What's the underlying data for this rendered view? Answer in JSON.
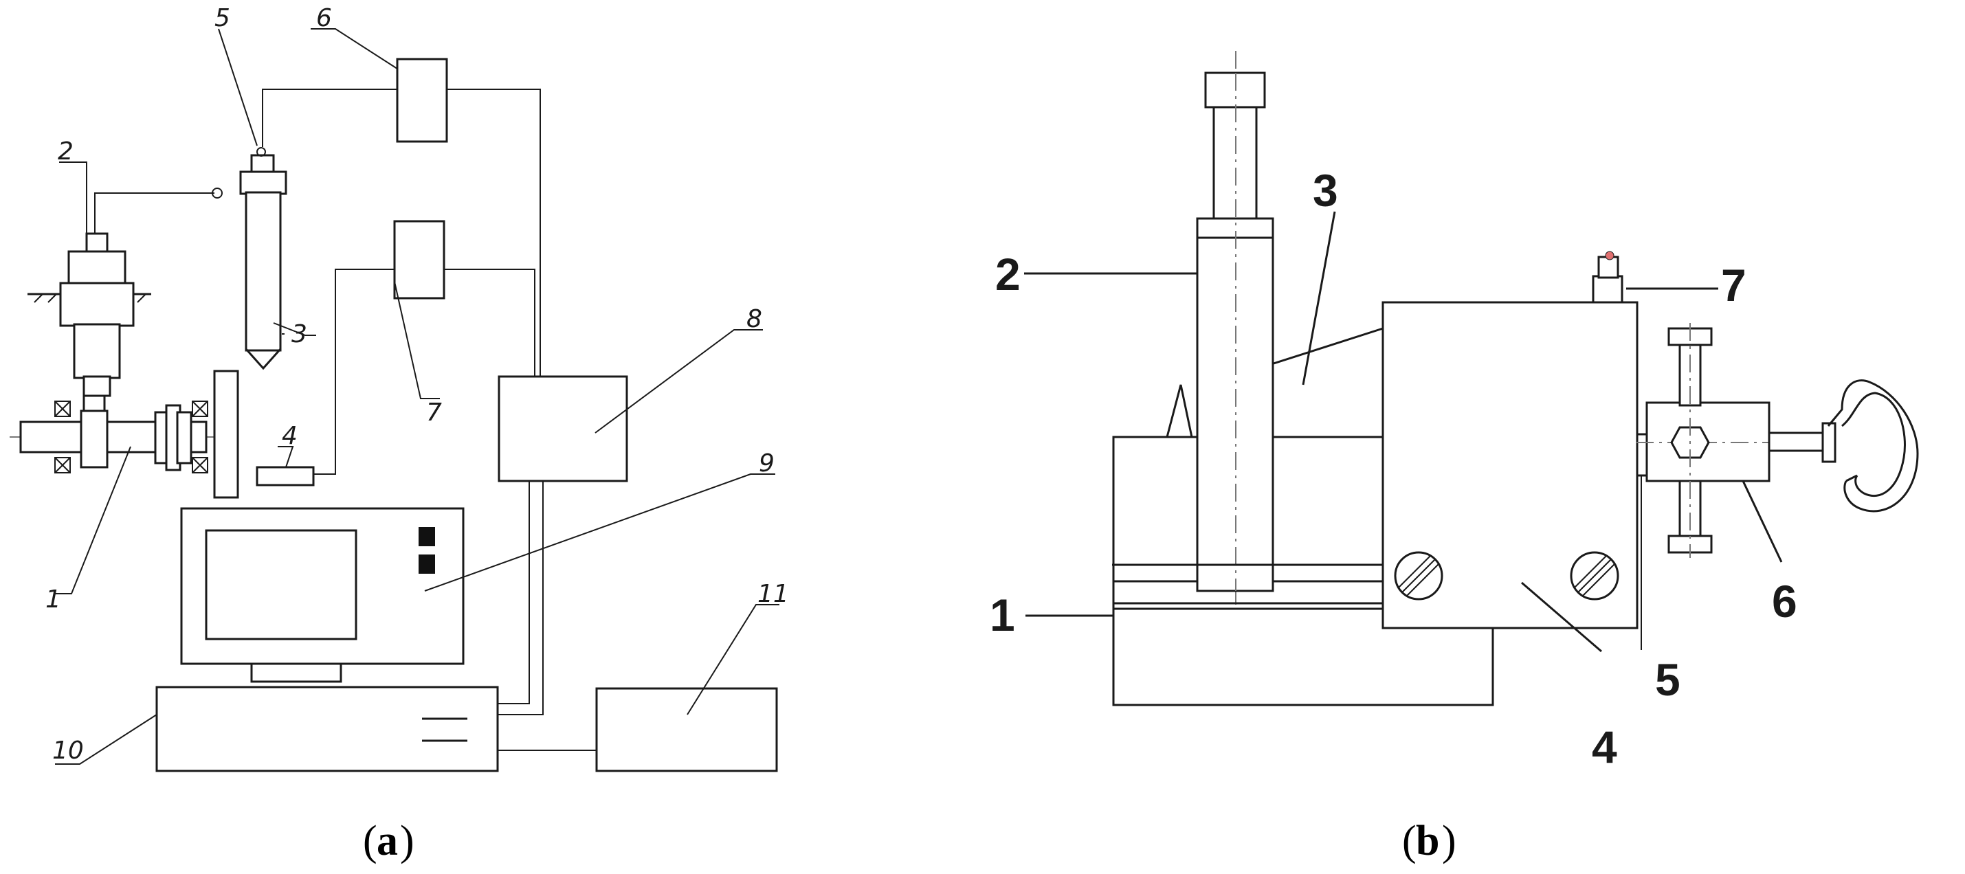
{
  "panel_a": {
    "caption_open": "(",
    "caption_letter": "a",
    "caption_close": ")",
    "labels": [
      "1",
      "2",
      "3",
      "4",
      "5",
      "6",
      "7",
      "8",
      "9",
      "10",
      "11"
    ]
  },
  "panel_b": {
    "caption_open": "(",
    "caption_letter": "b",
    "caption_close": ")",
    "labels": [
      "1",
      "2",
      "3",
      "4",
      "5",
      "6",
      "7"
    ]
  }
}
